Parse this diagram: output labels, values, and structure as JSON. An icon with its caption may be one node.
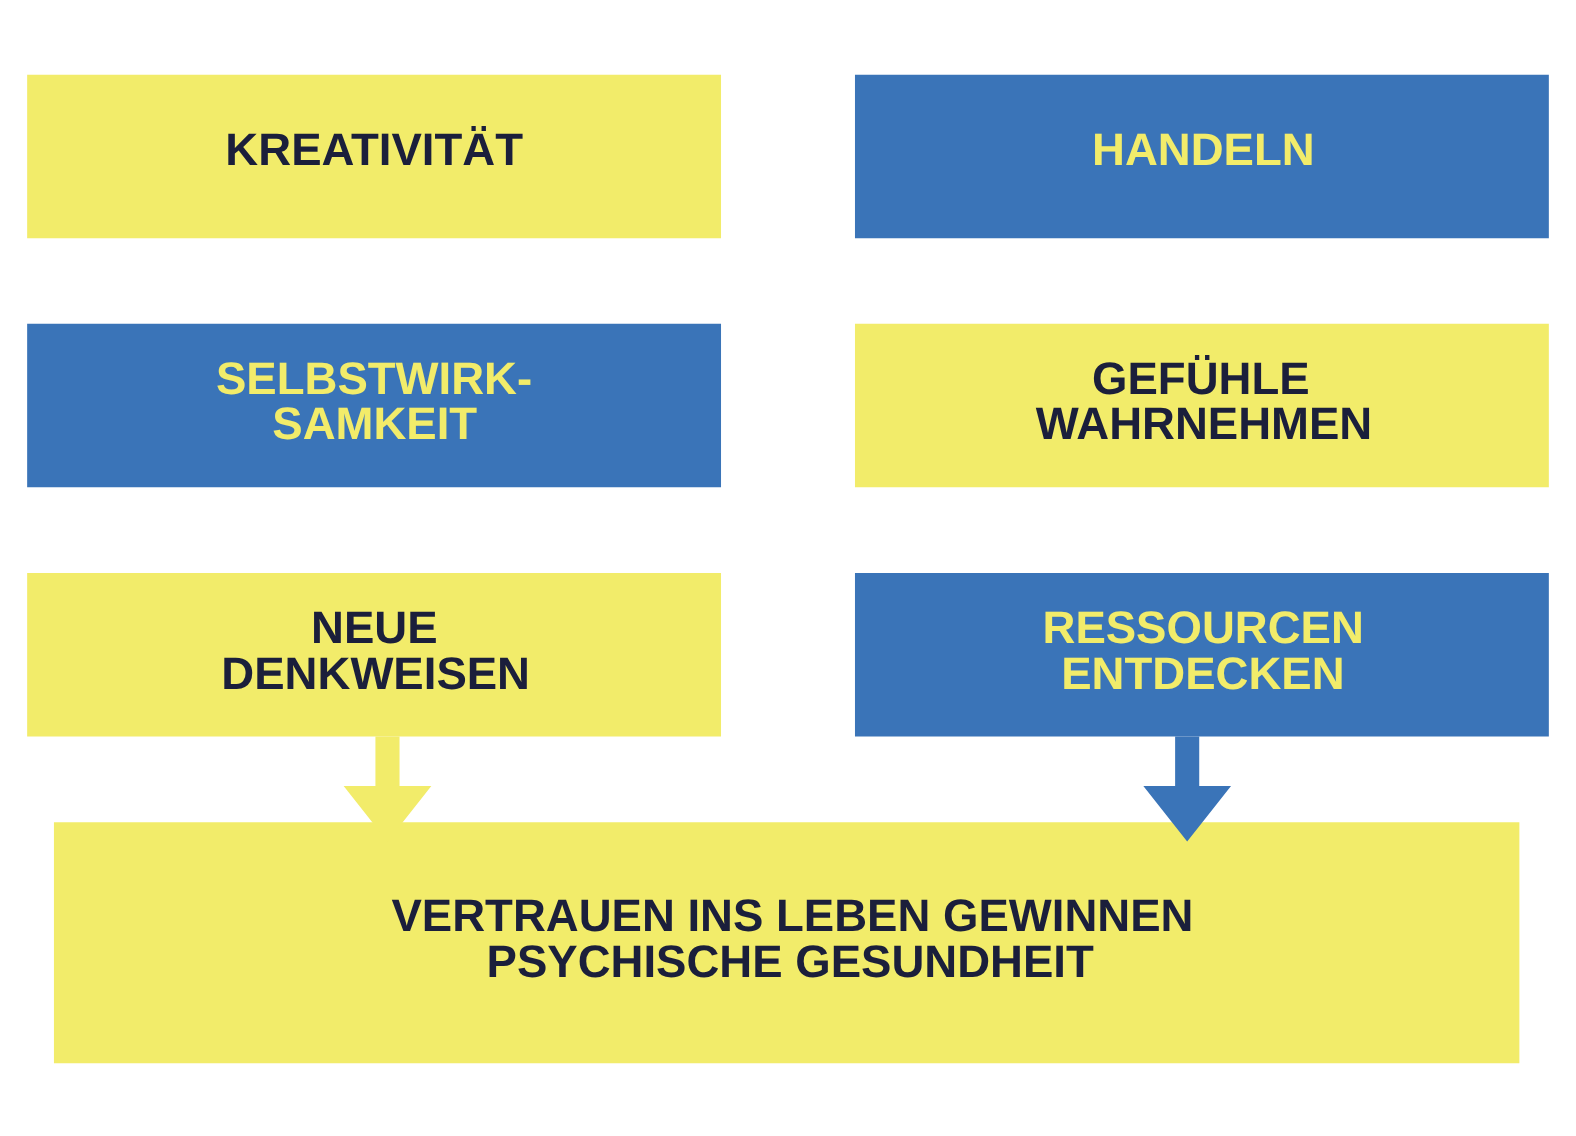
{
  "diagram": {
    "nodes": [
      {
        "text": [
          "KREATIVITÄT"
        ]
      },
      {
        "text": [
          "HANDELN"
        ]
      },
      {
        "text": [
          "SELBSTWIRK- SAMKEIT"
        ]
      },
      {
        "text": [
          "GEFÜHLE WAHRNEHMEN"
        ]
      },
      {
        "text": [
          "NEUE DENKWEISEN"
        ]
      },
      {
        "text": [
          "RESSOURCEN ENTDECKEN"
        ]
      },
      {
        "text": [
          "VERTRAUEN INS LEBEN GEWINNEN",
          "PSYCHISCHE GESUNDHEIT"
        ]
      }
    ],
    "edges": [
      {
        "from": 4,
        "to": 6,
        "arrow": "to",
        "color": "#f2ec6a"
      },
      {
        "from": 5,
        "to": 6,
        "arrow": "to",
        "color": "#3a74b8"
      }
    ]
  }
}
